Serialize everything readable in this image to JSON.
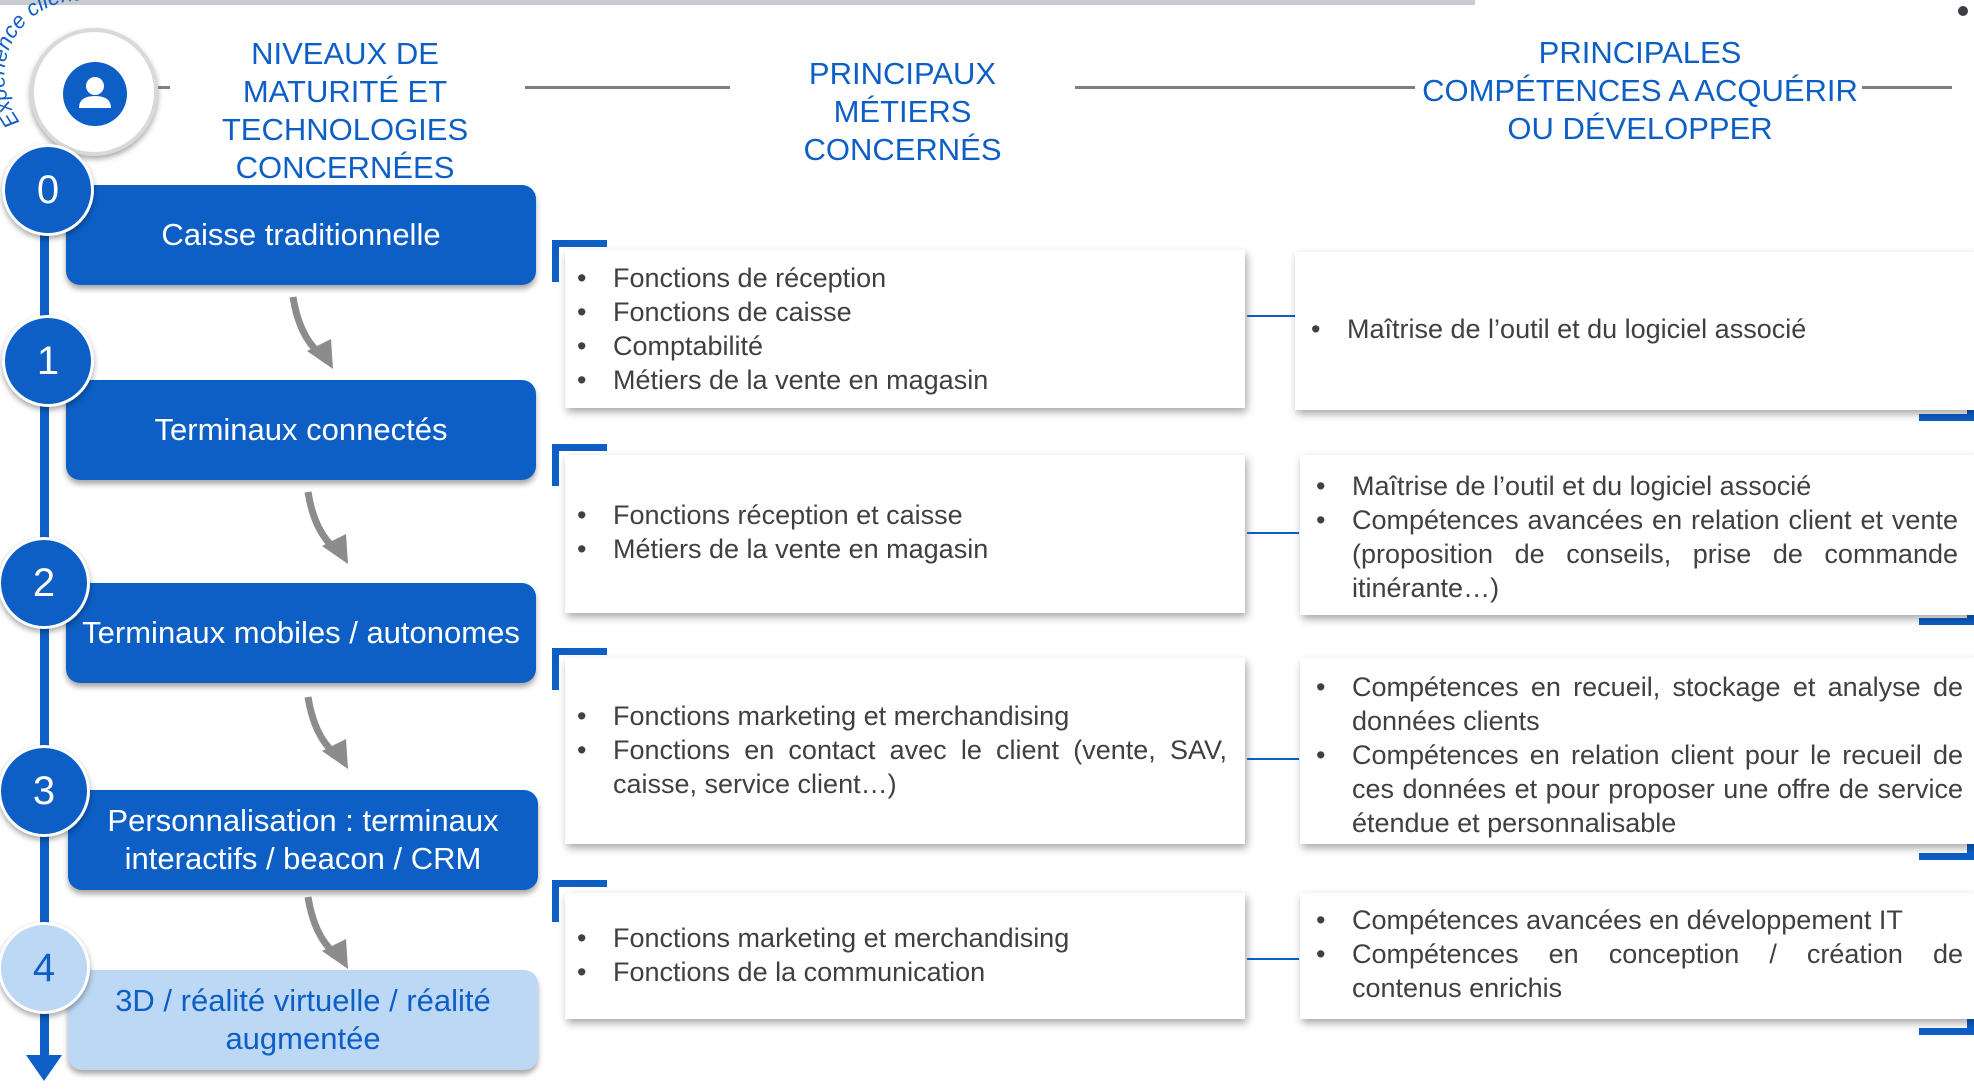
{
  "experience_label": "Expérience client",
  "headers": {
    "col1": "NIVEAUX DE MATURITÉ ET TECHNOLOGIES CONCERNÉES",
    "col2": "PRINCIPAUX MÉTIERS CONCERNÉS",
    "col3": "PRINCIPALES COMPÉTENCES A ACQUÉRIR OU DÉVELOPPER"
  },
  "levels": [
    {
      "number": "0",
      "label": "Caisse traditionnelle"
    },
    {
      "number": "1",
      "label": "Terminaux connectés"
    },
    {
      "number": "2",
      "label": "Terminaux mobiles / autonomes"
    },
    {
      "number": "3",
      "label": "Personnalisation : terminaux interactifs / beacon / CRM"
    },
    {
      "number": "4",
      "label": "3D / réalité virtuelle / réalité augmentée"
    }
  ],
  "metiers": [
    {
      "items": [
        "Fonctions de réception",
        "Fonctions de caisse",
        "Comptabilité",
        "Métiers de la vente en magasin"
      ]
    },
    {
      "items": [
        "Fonctions réception et caisse",
        "Métiers de la vente en magasin"
      ]
    },
    {
      "items": [
        "Fonctions marketing et merchandising",
        "Fonctions en contact avec le client (vente, SAV, caisse, service client…)"
      ]
    },
    {
      "items": [
        "Fonctions marketing et merchandising",
        "Fonctions de la communication"
      ]
    }
  ],
  "competences": [
    {
      "items": [
        "Maîtrise de l’outil et du logiciel associé"
      ]
    },
    {
      "items": [
        "Maîtrise de l’outil et du logiciel associé",
        "Compétences avancées en relation client et vente (proposition de conseils, prise de commande itinérante…)"
      ]
    },
    {
      "items": [
        "Compétences en recueil, stockage et analyse de données clients",
        "Compétences en relation client pour le recueil de ces données et pour proposer une offre de service étendue et personnalisable"
      ]
    },
    {
      "items": [
        "Compétences avancées en développement IT",
        "Compétences en conception / création de contenus enrichis"
      ]
    }
  ],
  "colors": {
    "primary": "#0d5fc6",
    "light": "#bcd8f5",
    "text": "#404040"
  },
  "icons": {
    "user": "user-circle-icon",
    "arrow": "curved-down-arrow-icon"
  }
}
